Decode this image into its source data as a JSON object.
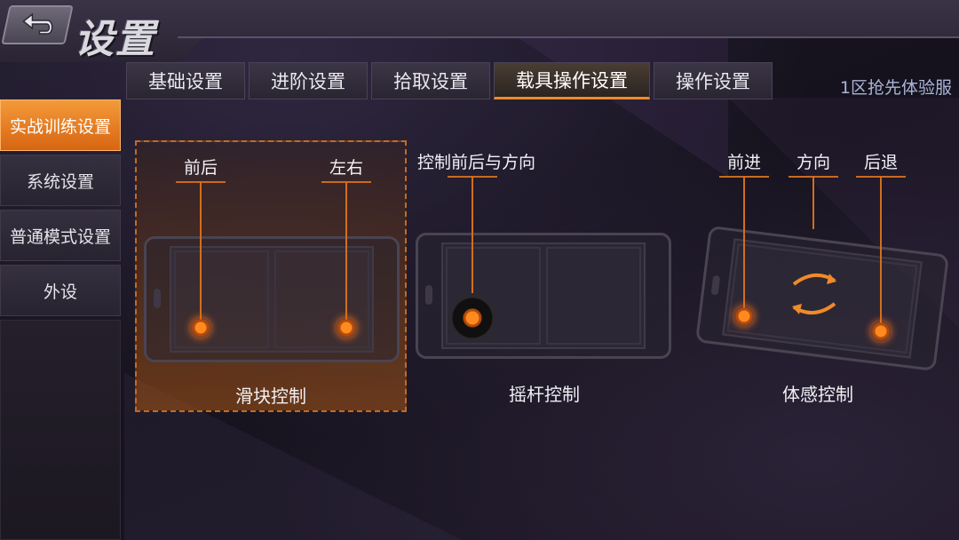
{
  "header": {
    "title": "设置",
    "back_icon": "back-arrow-icon"
  },
  "tabs": {
    "items": [
      {
        "label": "基础设置"
      },
      {
        "label": "进阶设置"
      },
      {
        "label": "拾取设置"
      },
      {
        "label": "载具操作设置"
      },
      {
        "label": "操作设置"
      }
    ],
    "active_index": 3
  },
  "server_text": "1区抢先体验服",
  "sidebar": {
    "items": [
      {
        "label": "实战训练设置"
      },
      {
        "label": "系统设置"
      },
      {
        "label": "普通模式设置"
      },
      {
        "label": "外设"
      }
    ],
    "active_index": 0
  },
  "controls": {
    "slider": {
      "label": "滑块控制",
      "selected": true,
      "callouts": [
        "前后",
        "左右"
      ]
    },
    "joystick": {
      "label": "摇杆控制",
      "selected": false,
      "callouts": [
        "控制前后与方向"
      ]
    },
    "motion": {
      "label": "体感控制",
      "selected": false,
      "callouts": [
        "前进",
        "方向",
        "后退"
      ],
      "rotate_icon": "rotate-arrows-icon"
    }
  },
  "colors": {
    "accent": "#f08a2a",
    "server_text": "#a9b4d6",
    "background": "#1b1624"
  }
}
